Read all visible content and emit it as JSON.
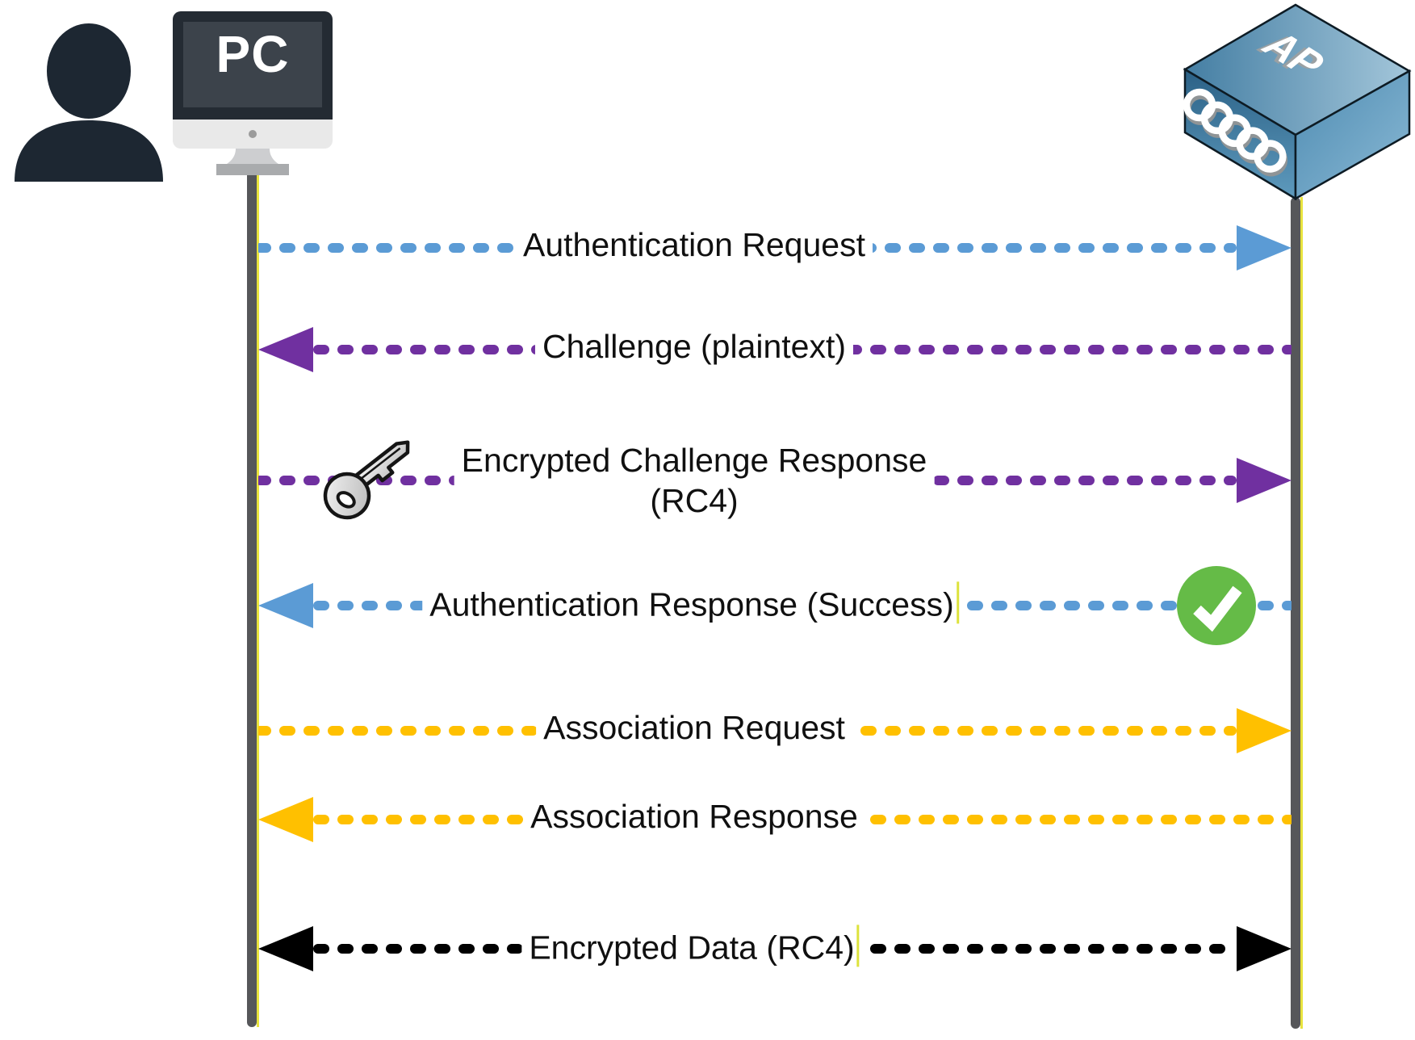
{
  "diagram": {
    "title_implicit": "WEP shared-key authentication sequence",
    "background_color": "#ffffff",
    "lifeline_color": "#56575a",
    "lifeline_accent_color": "#e8e33d",
    "caret_color": "#dde23c",
    "label_text_color": "#101010",
    "actors": {
      "left": {
        "label": "PC",
        "icons": [
          "person-icon",
          "pc-monitor-icon"
        ]
      },
      "right": {
        "label": "AP",
        "icons": [
          "access-point-3d-box-icon",
          "coil-icon"
        ]
      }
    },
    "messages": [
      {
        "label": "Authentication Request",
        "direction": "right",
        "color": "#5b9bd5",
        "caret": false
      },
      {
        "label": "Challenge (plaintext)",
        "direction": "left",
        "color": "#7030a0",
        "caret": false
      },
      {
        "label": "Encrypted Challenge Response",
        "label_line2": "(RC4)",
        "direction": "right",
        "color": "#7030a0",
        "caret": false,
        "icon": "key-icon"
      },
      {
        "label": "Authentication Response (Success)",
        "direction": "left",
        "color": "#5b9bd5",
        "caret": true,
        "icon": "success-check-icon"
      },
      {
        "label": "Association Request",
        "direction": "right",
        "color": "#ffc000",
        "caret": false
      },
      {
        "label": "Association Response",
        "direction": "left",
        "color": "#ffc000",
        "caret": false
      },
      {
        "label": "Encrypted Data (RC4)",
        "direction": "both",
        "color": "#000000",
        "caret": true
      }
    ],
    "status_icon_color": "#65bb47",
    "status_check_color": "#ffffff"
  }
}
